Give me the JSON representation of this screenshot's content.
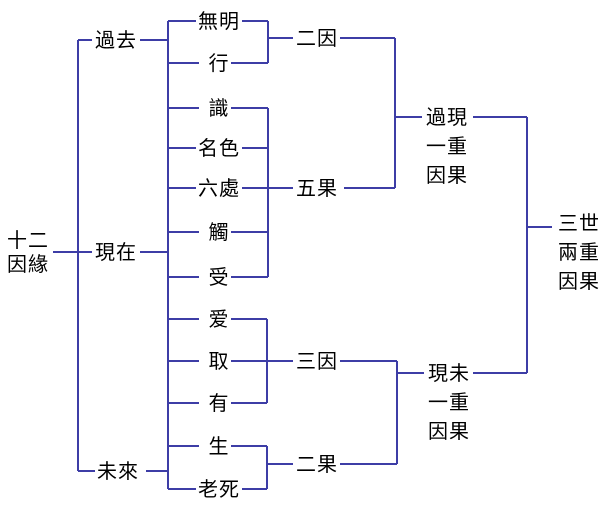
{
  "colors": {
    "line": "#3d3da6",
    "text": "#000000",
    "background": "#ffffff"
  },
  "root": {
    "label": "十二因緣",
    "lines": [
      "十二",
      "因緣"
    ]
  },
  "periods": [
    {
      "id": "past",
      "label": "過去"
    },
    {
      "id": "present",
      "label": "現在"
    },
    {
      "id": "future",
      "label": "未來"
    }
  ],
  "links": [
    {
      "label": "無明"
    },
    {
      "label": "行"
    },
    {
      "label": "識"
    },
    {
      "label": "名色"
    },
    {
      "label": "六處"
    },
    {
      "label": "觸"
    },
    {
      "label": "受"
    },
    {
      "label": "爱"
    },
    {
      "label": "取"
    },
    {
      "label": "有"
    },
    {
      "label": "生"
    },
    {
      "label": "老死"
    }
  ],
  "groups": [
    {
      "id": "two-causes",
      "label": "二因",
      "members": [
        "無明",
        "行"
      ]
    },
    {
      "id": "five-effects",
      "label": "五果",
      "members": [
        "識",
        "名色",
        "六處",
        "觸",
        "受"
      ]
    },
    {
      "id": "three-causes",
      "label": "三因",
      "members": [
        "爱",
        "取",
        "有"
      ]
    },
    {
      "id": "two-effects",
      "label": "二果",
      "members": [
        "生",
        "老死"
      ]
    }
  ],
  "pairs": [
    {
      "id": "past-present",
      "label": "過現一重因果",
      "lines": [
        "過現",
        "一重",
        "因果"
      ],
      "members": [
        "二因",
        "五果"
      ]
    },
    {
      "id": "present-future",
      "label": "現未一重因果",
      "lines": [
        "現未",
        "一重",
        "因果"
      ],
      "members": [
        "三因",
        "二果"
      ]
    }
  ],
  "conclusion": {
    "label": "三世兩重因果",
    "lines": [
      "三世",
      "兩重",
      "因果"
    ],
    "members": [
      "過現一重因果",
      "現未一重因果"
    ]
  }
}
